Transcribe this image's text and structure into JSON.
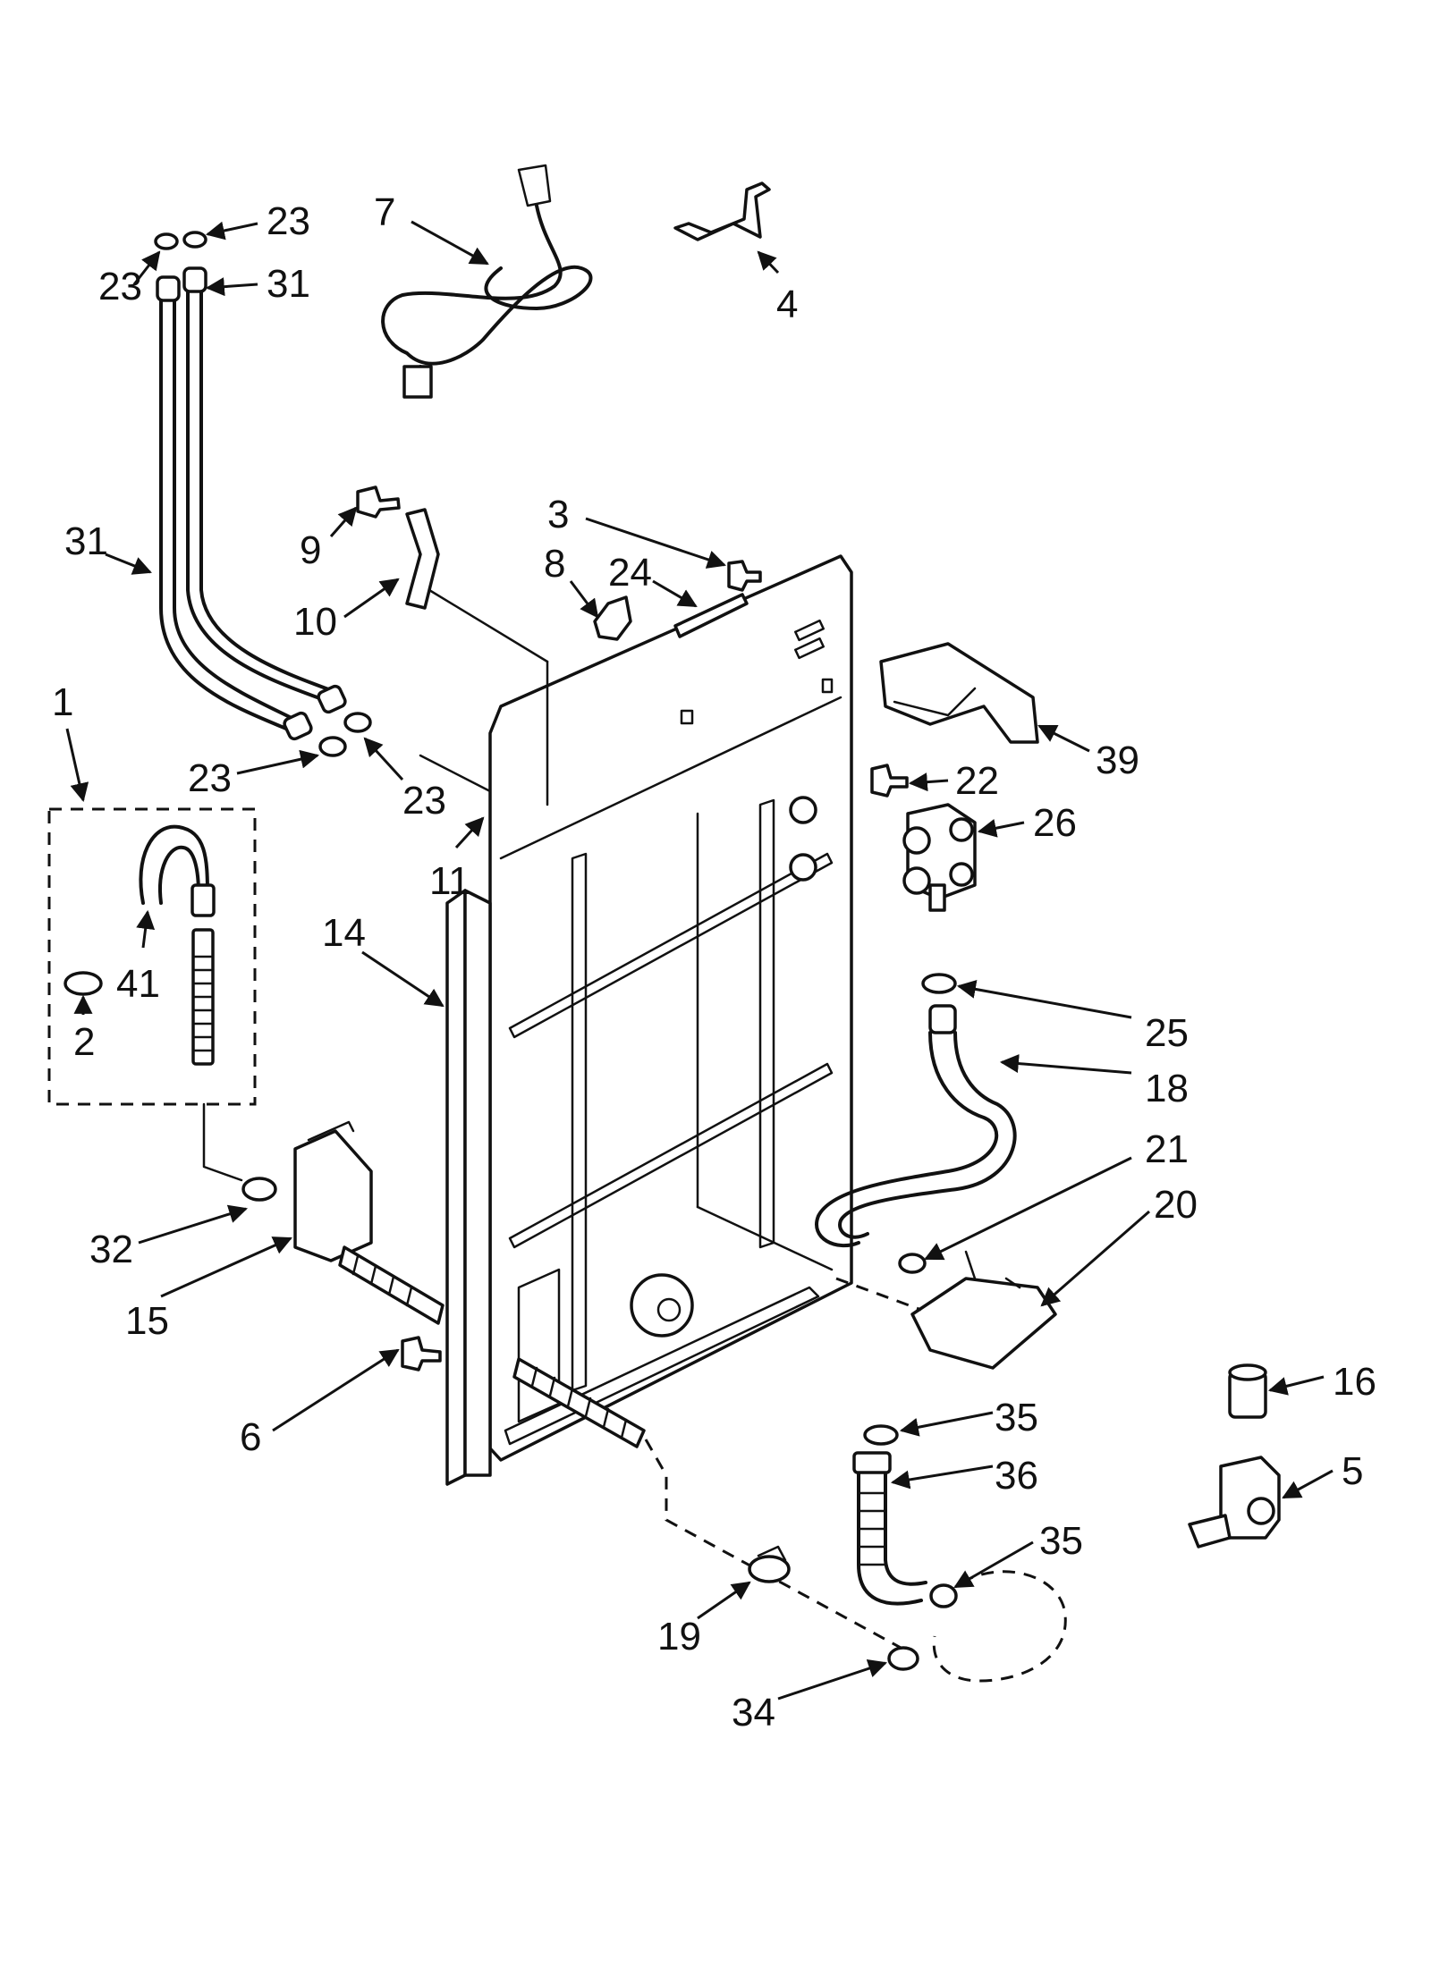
{
  "callouts": [
    {
      "id": "c1",
      "label": "1"
    },
    {
      "id": "c2",
      "label": "2"
    },
    {
      "id": "c3",
      "label": "3"
    },
    {
      "id": "c4",
      "label": "4"
    },
    {
      "id": "c5",
      "label": "5"
    },
    {
      "id": "c6",
      "label": "6"
    },
    {
      "id": "c7",
      "label": "7"
    },
    {
      "id": "c8",
      "label": "8"
    },
    {
      "id": "c9",
      "label": "9"
    },
    {
      "id": "c10",
      "label": "10"
    },
    {
      "id": "c11",
      "label": "11"
    },
    {
      "id": "c14",
      "label": "14"
    },
    {
      "id": "c15",
      "label": "15"
    },
    {
      "id": "c16",
      "label": "16"
    },
    {
      "id": "c18",
      "label": "18"
    },
    {
      "id": "c19",
      "label": "19"
    },
    {
      "id": "c20",
      "label": "20"
    },
    {
      "id": "c21",
      "label": "21"
    },
    {
      "id": "c22",
      "label": "22"
    },
    {
      "id": "c23a",
      "label": "23"
    },
    {
      "id": "c23b",
      "label": "23"
    },
    {
      "id": "c23c",
      "label": "23"
    },
    {
      "id": "c23d",
      "label": "23"
    },
    {
      "id": "c24",
      "label": "24"
    },
    {
      "id": "c25",
      "label": "25"
    },
    {
      "id": "c26",
      "label": "26"
    },
    {
      "id": "c31a",
      "label": "31"
    },
    {
      "id": "c31b",
      "label": "31"
    },
    {
      "id": "c32",
      "label": "32"
    },
    {
      "id": "c34",
      "label": "34"
    },
    {
      "id": "c35a",
      "label": "35"
    },
    {
      "id": "c35b",
      "label": "35"
    },
    {
      "id": "c36",
      "label": "36"
    },
    {
      "id": "c39",
      "label": "39"
    },
    {
      "id": "c41",
      "label": "41"
    }
  ]
}
